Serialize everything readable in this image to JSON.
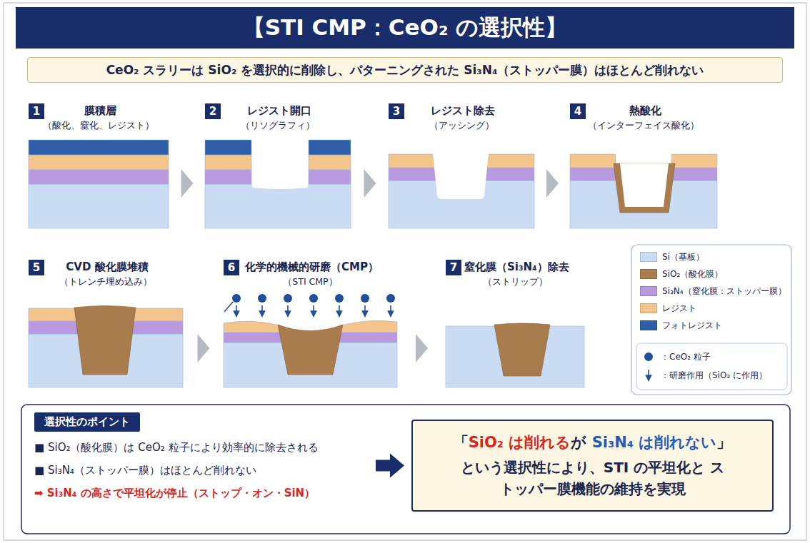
{
  "diagram": {
    "title": "【STI CMP：CeO₂ の選択性】",
    "nodes": [
      {
        "text": [
          "CeO₂ スラリーは SiO₂ を選択的に削除し、パターニングされた Si₃N₄（ストッパー膜）はほとんど削れない"
        ]
      },
      {
        "text": [
          "1",
          "膜積層",
          "（酸化、窒化、レジスト）"
        ]
      },
      {
        "text": [
          "2",
          "レジスト開口",
          "（リソグラフィ）"
        ]
      },
      {
        "text": [
          "3",
          "レジスト除去",
          "（アッシング）"
        ]
      },
      {
        "text": [
          "4",
          "熱酸化",
          "（インターフェイス酸化）"
        ]
      },
      {
        "text": [
          "5",
          "CVD 酸化膜堆積",
          "（トレンチ埋め込み）"
        ]
      },
      {
        "text": [
          "6",
          "化学的機械的研磨（CMP）",
          "（STI CMP）"
        ]
      },
      {
        "text": [
          "7",
          "窒化膜（Si₃N₄）除去",
          "（ストリップ）"
        ]
      },
      {
        "text": [
          "選択性のポイント",
          "■ SiO₂（酸化膜）は CeO₂ 粒子により効率的に除去される",
          "■ Si₃N₄（ストッパー膜）はほとんど削れない",
          "➡ Si₃N₄ の高さで平坦化が停止（ストップ・オン・SiN）"
        ]
      },
      {
        "text": [
          "「",
          "SiO₂ は削れる",
          "が",
          "Si₃N₄ は削れない",
          "」",
          "という選択性により、STI の平坦化と ストッパー膜機能の維持を実現"
        ]
      }
    ],
    "edges": [
      {
        "from": 1,
        "to": 2,
        "arrow": "to"
      },
      {
        "from": 2,
        "to": 3,
        "arrow": "to"
      },
      {
        "from": 3,
        "to": 4,
        "arrow": "to"
      },
      {
        "from": 5,
        "to": 6,
        "arrow": "to"
      },
      {
        "from": 6,
        "to": 7,
        "arrow": "to"
      },
      {
        "from": 8,
        "to": 9,
        "arrow": "to"
      }
    ],
    "legend": [
      {
        "text": "Si（基板）",
        "color": "#c9dcf3"
      },
      {
        "text": "SiO₂（酸化膜）",
        "color": "#a97c4e"
      },
      {
        "text": "Si₃N₄（窒化膜：ストッパー膜）",
        "color": "#b99ae0"
      },
      {
        "text": "レジスト",
        "color": "#f3c48c"
      },
      {
        "text": "フォトレジスト",
        "color": "#2f5ea9"
      },
      {
        "text": "：CeO₂ 粒子"
      },
      {
        "text": "：研磨作用（SiO₂ に作用）"
      }
    ]
  }
}
